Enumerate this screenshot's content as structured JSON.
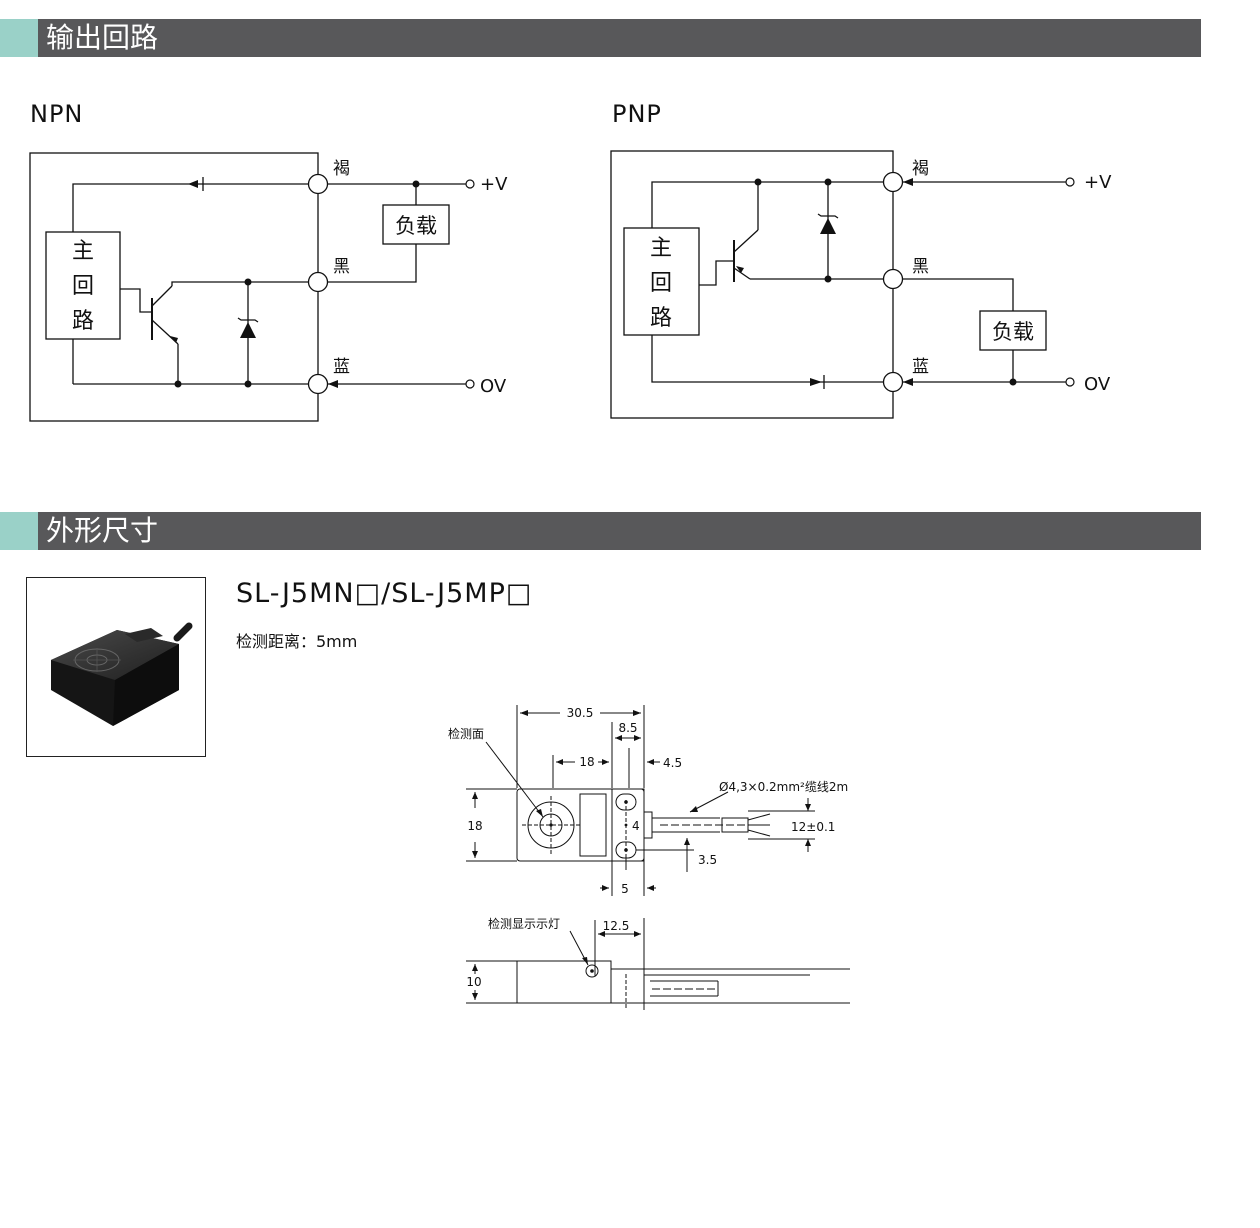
{
  "sections": {
    "output_circuit": "输出回路",
    "dimensions": "外形尺寸"
  },
  "npn": {
    "title": "NPN",
    "main_circuit_chars": [
      "主",
      "回",
      "路"
    ],
    "wire_brown": "褐",
    "wire_black": "黑",
    "wire_blue": "蓝",
    "plus_v": "+V",
    "zero_v": "OV",
    "load": "负载"
  },
  "pnp": {
    "title": "PNP",
    "main_circuit_chars": [
      "主",
      "回",
      "路"
    ],
    "wire_brown": "褐",
    "wire_black": "黑",
    "wire_blue": "蓝",
    "plus_v": "+V",
    "zero_v": "OV",
    "load": "负载"
  },
  "product": {
    "model": "SL-J5MN□/SL-J5MP□",
    "detect_range": "检测距离：5mm"
  },
  "drawing": {
    "sensing_face": "检测面",
    "indicator": "检测显示示灯",
    "cable": "Ø4,3×0.2mm²缆线2m",
    "dim_30_5": "30.5",
    "dim_8_5": "8.5",
    "dim_18_top": "18",
    "dim_4_5": "4.5",
    "dim_18_left": "18",
    "dim_4": "4",
    "dim_12": "12±0.1",
    "dim_3_5": "3.5",
    "dim_5": "5",
    "dim_12_5": "12.5",
    "dim_10": "10"
  }
}
